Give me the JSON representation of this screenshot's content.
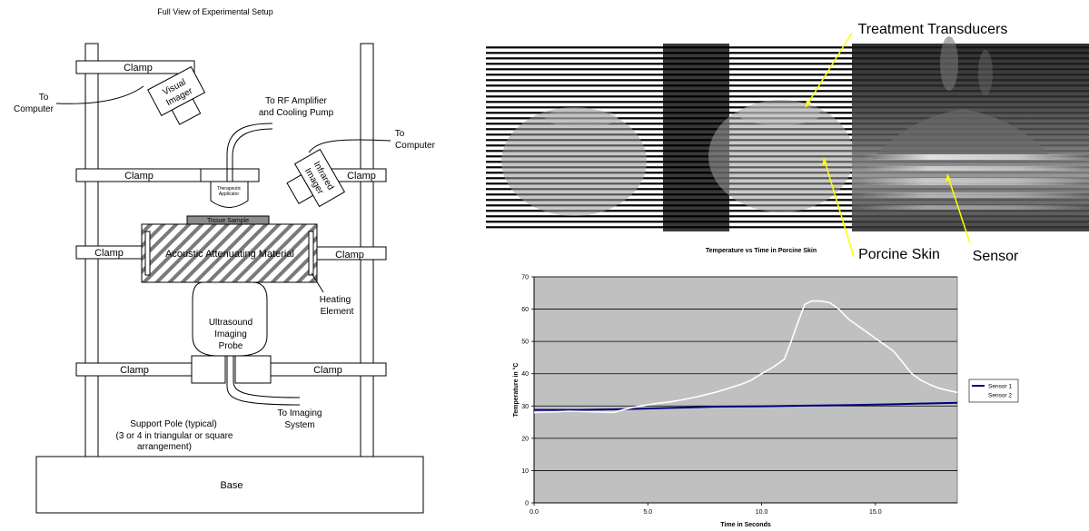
{
  "setup": {
    "title": "Full View of Experimental Setup",
    "clamp": "Clamp",
    "visual_imager": [
      "Visual",
      "Imager"
    ],
    "to_computer": [
      "To",
      "Computer"
    ],
    "to_rf": [
      "To RF Amplifier",
      "and Cooling Pump"
    ],
    "to_computer_right": [
      "To",
      "Computer"
    ],
    "infrared_imager": [
      "Infrared",
      "Imager"
    ],
    "therapeutic": [
      "Therapeutic",
      "Applicator"
    ],
    "tissue_sample": "Tissue Sample",
    "acoustic": "Acoustic Attenuating Material",
    "heating": [
      "Heating",
      "Element"
    ],
    "probe": [
      "Ultrasound",
      "Imaging",
      "Probe"
    ],
    "to_imaging": [
      "To Imaging",
      "System"
    ],
    "support": [
      "Support Pole (typical)",
      "(3 or 4 in triangular or square",
      "arrangement)"
    ],
    "base": "Base"
  },
  "ultrasound": {
    "treatment_transducers": "Treatment Transducers",
    "porcine_skin": "Porcine Skin",
    "sensor": "Sensor"
  },
  "chart_data": {
    "type": "line",
    "title": "Temperature  vs Time in Porcine Skin",
    "xlabel": "Time in Seconds",
    "ylabel": "Temperature in °C",
    "xlim": [
      0,
      18.6
    ],
    "ylim": [
      0,
      70
    ],
    "xticks": [
      "0.0",
      "5.0",
      "10.0",
      "15.0"
    ],
    "xtick_values": [
      0,
      5,
      10,
      15
    ],
    "yticks": [
      0,
      10,
      20,
      30,
      40,
      50,
      60,
      70
    ],
    "grid": true,
    "legend": "right",
    "plot_bg": "#c0c0c0",
    "series": [
      {
        "name": "Sensor 1",
        "color": "#000080",
        "x": [
          0,
          2,
          4,
          6,
          8,
          10,
          12,
          14,
          16,
          18.6
        ],
        "y": [
          28.8,
          28.8,
          29.0,
          29.4,
          29.8,
          29.9,
          30.1,
          30.3,
          30.6,
          31.0
        ]
      },
      {
        "name": "Sensor 2",
        "color": "#ffffff",
        "x": [
          0,
          0.5,
          1,
          1.5,
          2,
          2.5,
          3,
          3.5,
          4,
          4.5,
          5,
          5.5,
          6,
          6.5,
          7,
          7.5,
          8,
          8.5,
          9,
          9.5,
          10,
          10.5,
          11,
          11.3,
          11.6,
          11.9,
          12.2,
          12.6,
          13,
          13.4,
          13.8,
          14.2,
          14.6,
          15,
          15.4,
          15.8,
          16.2,
          16.6,
          17,
          17.4,
          17.8,
          18.2,
          18.6
        ],
        "y": [
          28.0,
          28.1,
          28.2,
          28.4,
          28.3,
          28.2,
          28.1,
          28.0,
          29.0,
          29.8,
          30.4,
          30.9,
          31.3,
          31.9,
          32.6,
          33.4,
          34.3,
          35.4,
          36.5,
          37.8,
          40.0,
          42.0,
          44.5,
          50.0,
          56.0,
          61.5,
          62.5,
          62.5,
          62.0,
          60.0,
          57.0,
          55.0,
          53.0,
          51.0,
          49.0,
          47.0,
          43.5,
          40.0,
          38.0,
          36.6,
          35.5,
          34.8,
          34.2
        ]
      }
    ]
  }
}
